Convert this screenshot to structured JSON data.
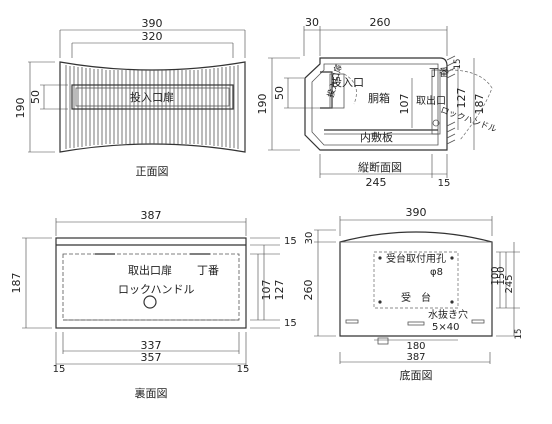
{
  "front": {
    "caption": "正面図",
    "width_outer": "390",
    "width_inner": "320",
    "height_outer": "190",
    "height_slot": "50",
    "slot_label": "投入口扉"
  },
  "section": {
    "caption": "縦断面図",
    "dim_top_left": "30",
    "dim_top_main": "260",
    "dim_bottom_main": "245",
    "dim_bottom_right": "15",
    "dim_left_height": "190",
    "dim_left_slot": "50",
    "dim_inner_107": "107",
    "dim_right_127": "127",
    "dim_right_187": "187",
    "dim_right_15": "15",
    "label_slot": "投入口",
    "label_body": "胴箱",
    "label_takeout": "取出口",
    "label_hinge": "丁番",
    "label_floor": "内敷板",
    "label_lock": "ロックハンドル",
    "label_slot_door": "投入口扉"
  },
  "back": {
    "caption": "裏面図",
    "width_top": "387",
    "width_337": "337",
    "width_357": "357",
    "height_187": "187",
    "height_107": "107",
    "height_127": "127",
    "dim_15_tr": "15",
    "dim_15_br": "15",
    "dim_15_bl": "15",
    "dim_15_bottom_r": "15",
    "label_door": "取出口扉",
    "label_hinge": "丁番",
    "label_lock": "ロックハンドル"
  },
  "bottom": {
    "caption": "底面図",
    "width_top": "390",
    "width_180": "180",
    "width_387": "387",
    "dim_30": "30",
    "dim_260": "260",
    "dim_100": "100",
    "dim_150": "150",
    "dim_245": "245",
    "dim_15": "15",
    "label_mount": "受台取付用孔",
    "label_phi": "φ8",
    "label_stand": "受　台",
    "label_drain": "水抜き穴",
    "label_drain_size": "5×40"
  }
}
